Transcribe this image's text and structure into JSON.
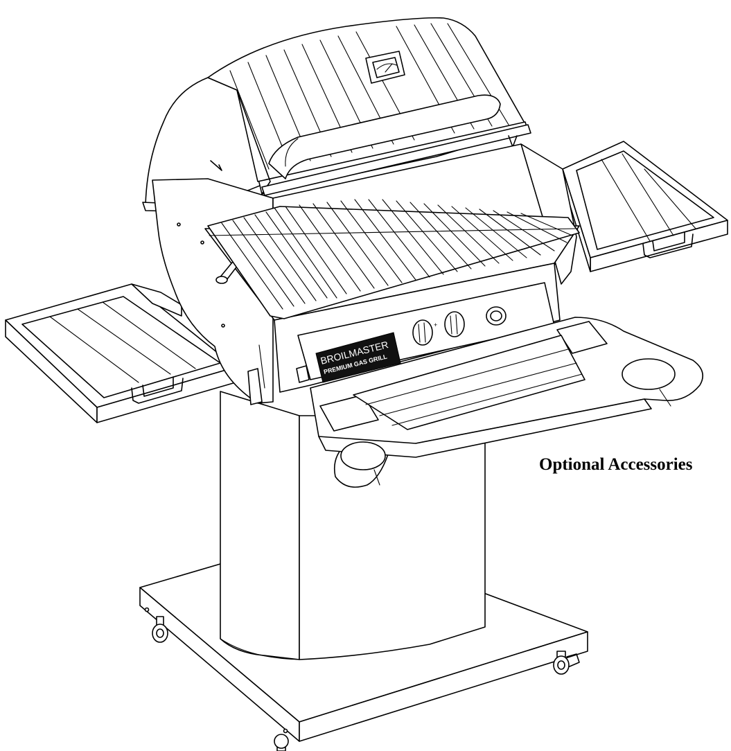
{
  "badge": {
    "line1": "BROILMASTER",
    "line2": "PREMIUM GAS GRILL"
  },
  "caption": {
    "text": "Optional Accessories"
  },
  "colors": {
    "ink": "#000000",
    "paper": "#ffffff",
    "badge_fill": "#111111"
  }
}
